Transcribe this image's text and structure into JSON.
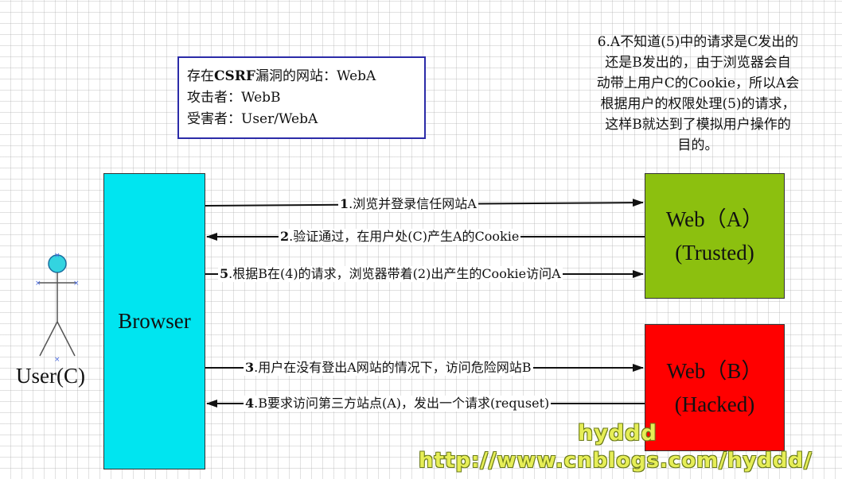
{
  "info_box": {
    "site_prefix": "存在",
    "site_bold": "CSRF",
    "site_suffix": "漏洞的网站：WebA",
    "attacker": "攻击者：WebB",
    "victim": "受害者：User/WebA"
  },
  "note_lines": [
    "6.A不知道(5)中的请求是C发出的",
    "还是B发出的，由于浏览器会自",
    "动带上用户C的Cookie，所以A会",
    "根据用户的权限处理(5)的请求，",
    "这样B就达到了模拟用户操作的",
    "目的。"
  ],
  "user": {
    "label": "User(C)"
  },
  "browser": {
    "label": "Browser"
  },
  "web_a": {
    "line1": "Web（A）",
    "line2": "(Trusted)",
    "color": "#8cc00f"
  },
  "web_b": {
    "line1": "Web（B）",
    "line2": "(Hacked)",
    "color": "#ff0000"
  },
  "steps": [
    {
      "num": "1",
      "text": ".浏览并登录信任网站A"
    },
    {
      "num": "2",
      "text": ".验证通过，在用户处(C)产生A的Cookie"
    },
    {
      "num": "5",
      "text": ".根据B在(4)的请求，浏览器带着(2)出产生的Cookie访问A"
    },
    {
      "num": "3",
      "text": ".用户在没有登出A网站的情况下，访问危险网站B"
    },
    {
      "num": "4",
      "text": ".B要求访问第三方站点(A)，发出一个请求(requset)"
    }
  ],
  "watermark": {
    "name": "hyddd",
    "url": "http://www.cnblogs.com/hyddd/"
  },
  "colors": {
    "browser": "#00e5f0",
    "box_border": "#2b2ba8",
    "user_head": "#33d4e0"
  }
}
